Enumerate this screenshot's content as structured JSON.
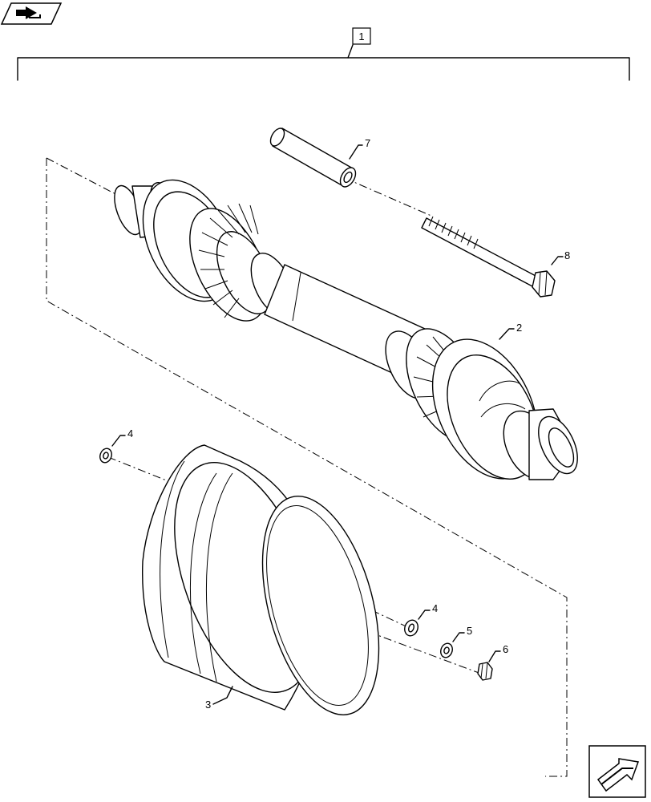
{
  "assembly_callout": "1",
  "callouts": {
    "shaft": "2",
    "guard": "3",
    "washer_left": "4",
    "washer_right": "4",
    "lock_washer": "5",
    "nut": "6",
    "tube": "7",
    "bolt": "8"
  },
  "icons": {
    "top_left": "back-page-arrow-icon",
    "bottom_right": "next-page-arrow-icon"
  }
}
